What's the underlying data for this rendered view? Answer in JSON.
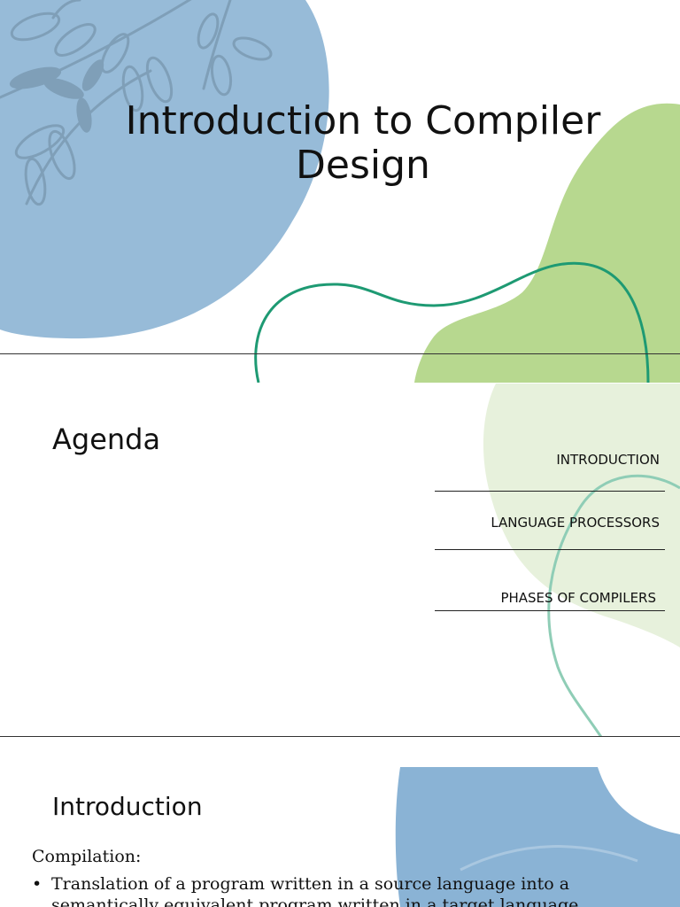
{
  "slides": {
    "title_slide": {
      "title": "Introduction to Compiler Design",
      "colors": {
        "blue_blob": "#97bbd8",
        "green_blob": "#b7d88f",
        "curve": "#1e9a73",
        "leaves": "#7f9fb8"
      }
    },
    "agenda_slide": {
      "title": "Agenda",
      "items": [
        "INTRODUCTION",
        "LANGUAGE PROCESSORS",
        "PHASES OF COMPILERS"
      ],
      "colors": {
        "light_green_blob": "#e7f1dc",
        "curve": "#8fcdb6"
      }
    },
    "intro_slide": {
      "title": "Introduction",
      "label": "Compilation:",
      "bullets": [
        "Translation of a program written in a source language into a semantically equivalent program written in a target language"
      ],
      "colors": {
        "blue_blob": "#8ab3d5"
      }
    }
  }
}
